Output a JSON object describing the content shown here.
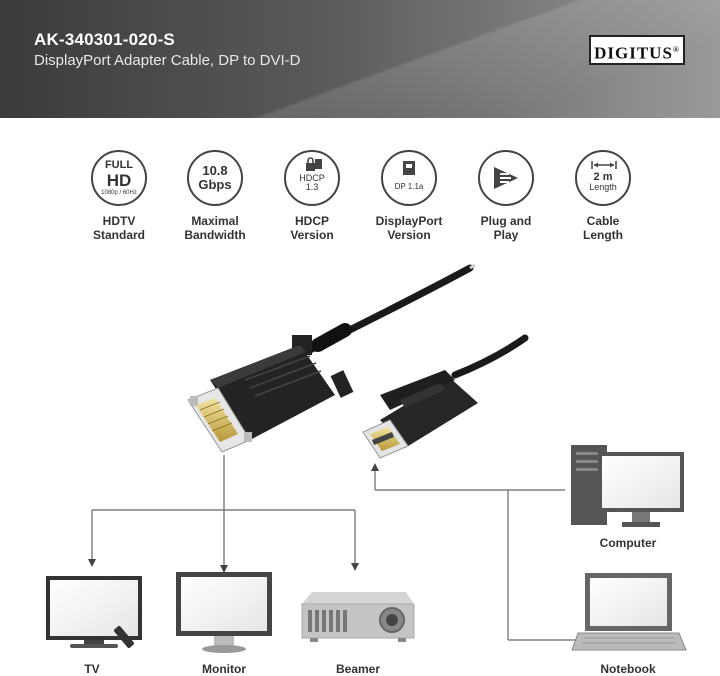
{
  "header": {
    "model": "AK-340301-020-S",
    "subtitle": "DisplayPort Adapter Cable, DP to DVI-D",
    "logo": "DIGITUS"
  },
  "features": [
    {
      "icon": "full-hd-icon",
      "lines": [
        "FULL",
        "HD",
        "1080p / 60Hz"
      ],
      "label": [
        "HDTV",
        "Standard"
      ]
    },
    {
      "icon": "bandwidth-icon",
      "lines": [
        "10.8",
        "Gbps"
      ],
      "label": [
        "Maximal",
        "Bandwidth"
      ]
    },
    {
      "icon": "hdcp-icon",
      "lines": [
        "HDCP",
        "1.3"
      ],
      "label": [
        "HDCP",
        "Version"
      ]
    },
    {
      "icon": "displayport-icon",
      "lines": [
        "DP 1.1a"
      ],
      "label": [
        "DisplayPort",
        "Version"
      ]
    },
    {
      "icon": "plug-and-play-icon",
      "lines": [],
      "label": [
        "Plug and",
        "Play"
      ]
    },
    {
      "icon": "cable-length-icon",
      "lines": [
        "2 m",
        "Length"
      ],
      "label": [
        "Cable",
        "Length"
      ]
    }
  ],
  "devices": {
    "tv": "TV",
    "monitor": "Monitor",
    "beamer": "Beamer",
    "computer": "Computer",
    "notebook": "Notebook"
  },
  "colors": {
    "header_dark": "#3b3b3b",
    "header_light": "#9a9a9a",
    "icon_stroke": "#444444"
  }
}
